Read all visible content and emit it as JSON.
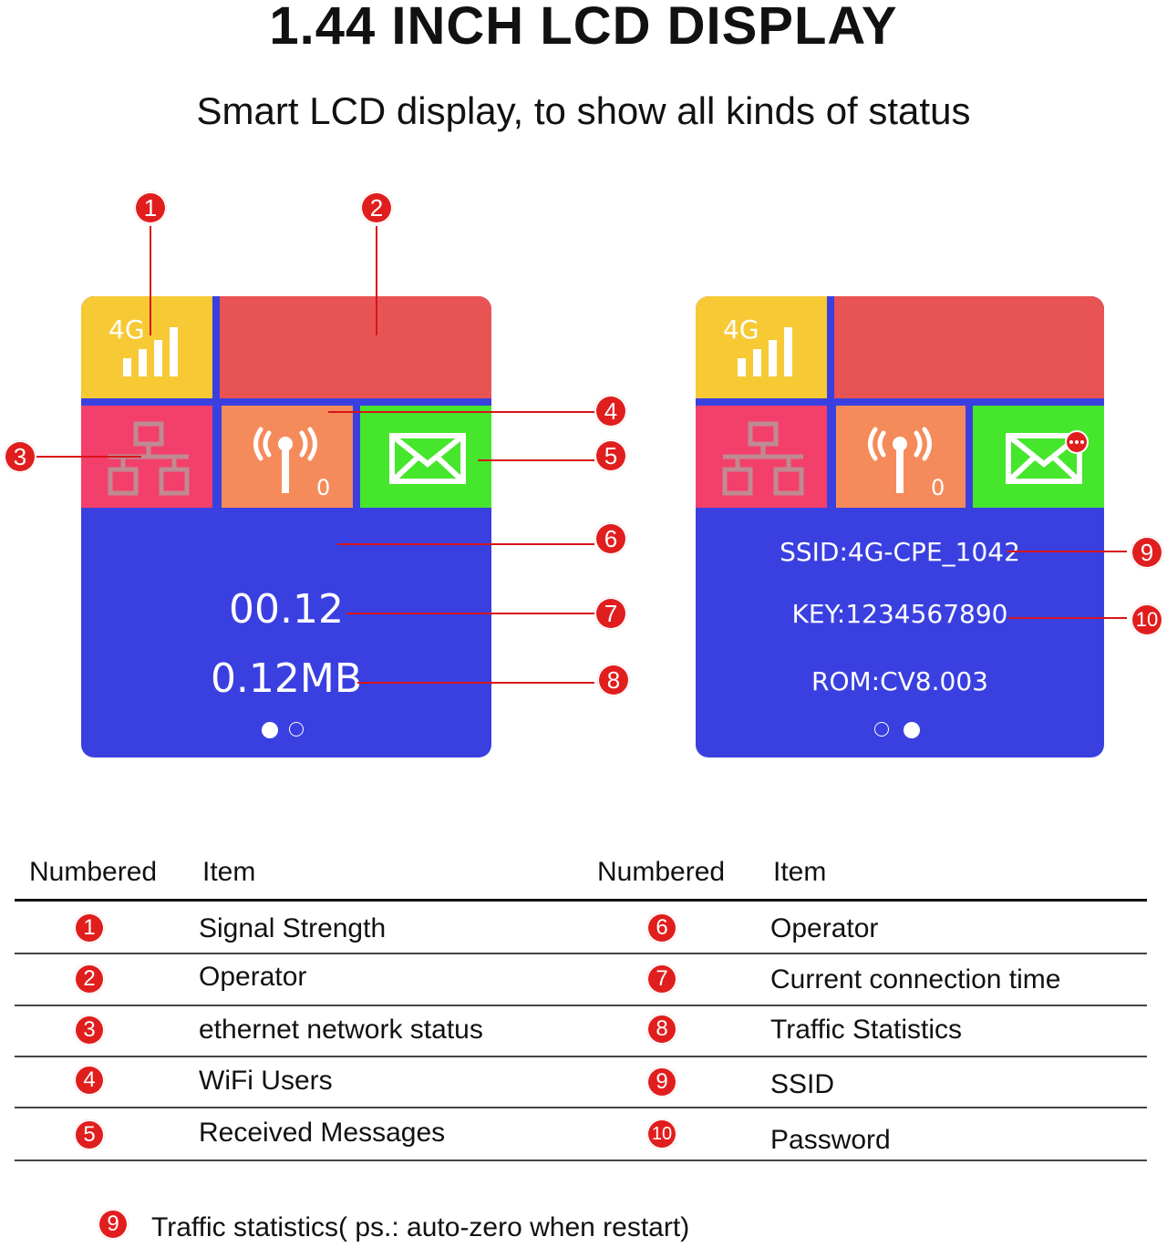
{
  "title": "1.44 INCH LCD DISPLAY",
  "subtitle": "Smart LCD display, to show all kinds of status",
  "colors": {
    "yellow": "#f7c935",
    "red_tile": "#e85353",
    "pink": "#f2406b",
    "orange": "#f58b5a",
    "green": "#45e62b",
    "blue": "#3a40e0",
    "badge_red": "#e01e1e"
  },
  "lcd_left": {
    "signal_label": "4G",
    "wifi_users": "0",
    "time": "00.12",
    "traffic": "0.12MB"
  },
  "lcd_right": {
    "signal_label": "4G",
    "wifi_users": "0",
    "ssid": "SSID:4G-CPE_1042",
    "key": "KEY:1234567890",
    "rom": "ROM:CV8.003"
  },
  "callouts": [
    "1",
    "2",
    "3",
    "4",
    "5",
    "6",
    "7",
    "8",
    "9",
    "10"
  ],
  "table": {
    "headers": [
      "Numbered",
      "Item",
      "Numbered",
      "Item"
    ],
    "rows": [
      {
        "n1": "1",
        "item1": "Signal Strength",
        "n2": "6",
        "item2": "Operator"
      },
      {
        "n1": "2",
        "item1": "Operator",
        "n2": "7",
        "item2": "Current connection time"
      },
      {
        "n1": "3",
        "item1": "ethernet network status",
        "n2": "8",
        "item2": "Traffic Statistics"
      },
      {
        "n1": "4",
        "item1": "WiFi Users",
        "n2": "9",
        "item2": "SSID"
      },
      {
        "n1": "5",
        "item1": "Received Messages",
        "n2": "10",
        "item2": "Password"
      }
    ]
  },
  "footnote": {
    "number": "9",
    "text": "Traffic statistics( ps.: auto-zero when restart)"
  }
}
